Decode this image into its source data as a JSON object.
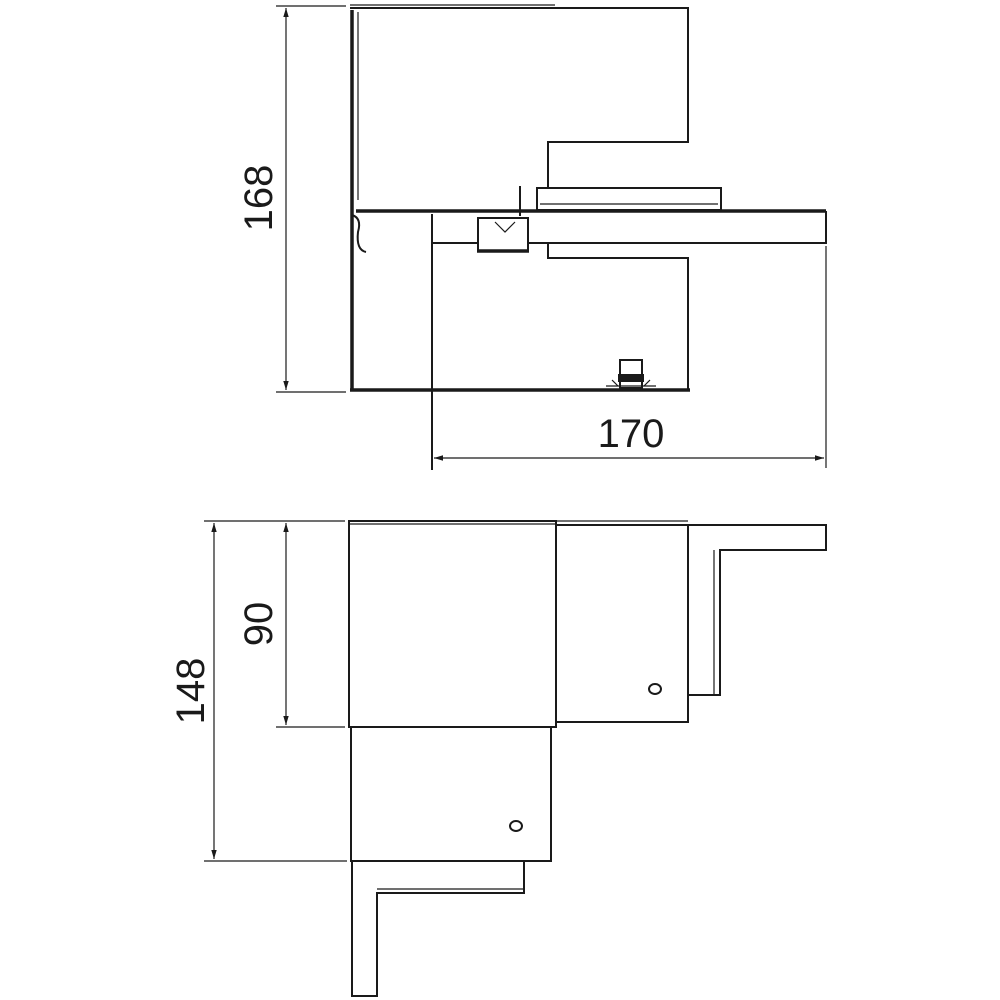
{
  "drawing": {
    "top_view": {
      "dim_height": "168",
      "dim_width": "170"
    },
    "bottom_view": {
      "dim_outer_height": "148",
      "dim_inner_height": "90"
    },
    "colors": {
      "line": "#1a1a1a",
      "background": "#ffffff"
    }
  }
}
